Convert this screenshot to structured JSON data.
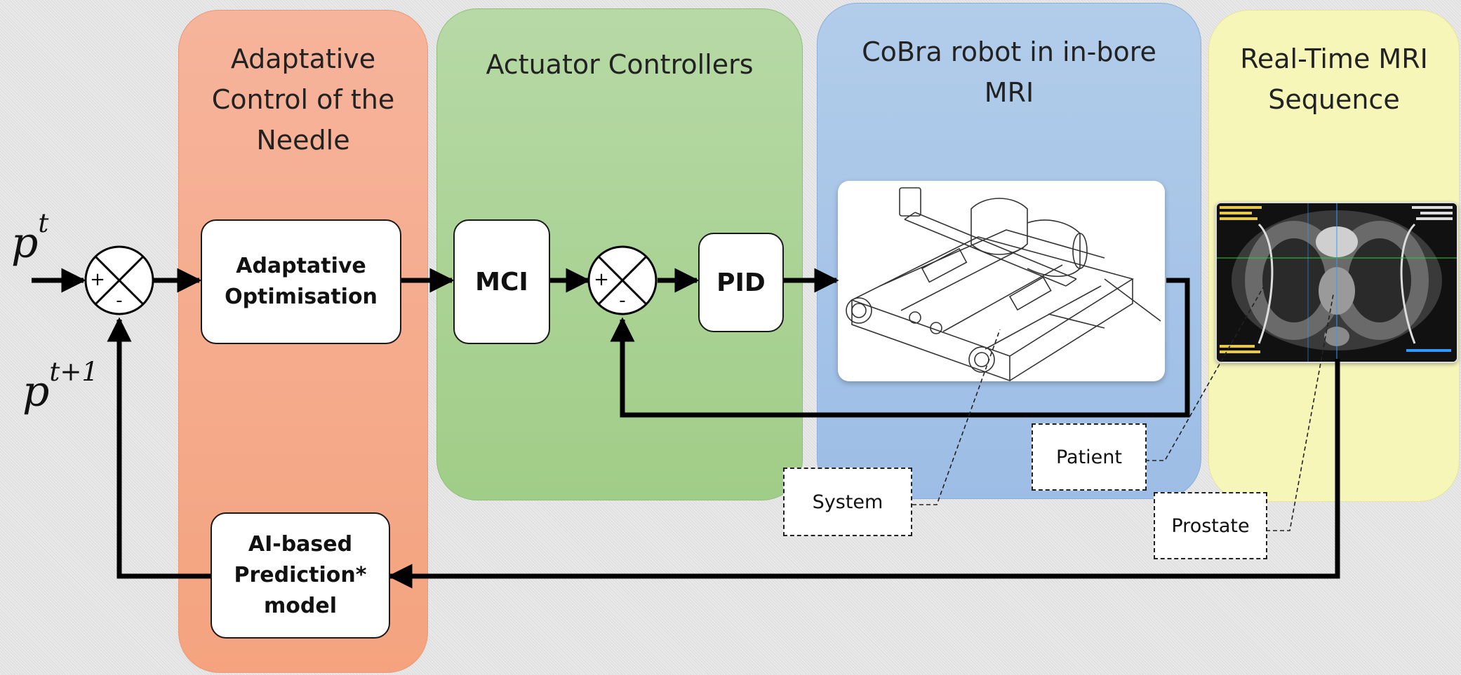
{
  "panels": {
    "adaptive": "Adaptative\nControl of the\nNeedle",
    "actuator": "Actuator Controllers",
    "cobra": "CoBra robot in in-bore\nMRI",
    "mri": "Real-Time MRI\nSequence"
  },
  "blocks": {
    "optimisation": "Adaptative\nOptimisation",
    "mci": "MCI",
    "pid": "PID",
    "prediction": "AI-based\nPrediction*\nmodel"
  },
  "callouts": {
    "system": "System",
    "patient": "Patient",
    "prostate": "Prostate"
  },
  "signals": {
    "input_base": "p",
    "input_sup": "t",
    "feedback_base": "p",
    "feedback_sup": "t+1"
  },
  "summing": {
    "plus": "+",
    "minus": "-"
  },
  "colors": {
    "adaptive_top": "#f6b49c",
    "adaptive_bottom": "#f4a37e",
    "actuator_top": "#b7d9a6",
    "actuator_bottom": "#a0cd87",
    "cobra_top": "#b2cdea",
    "cobra_bottom": "#9dbde6",
    "mri_panel": "#f7f6b9"
  }
}
